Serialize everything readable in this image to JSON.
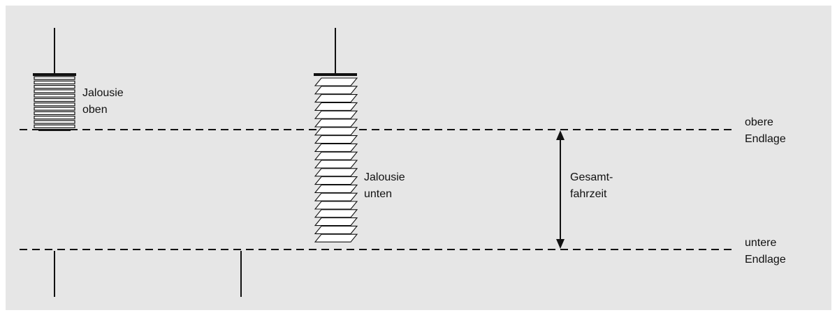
{
  "labels": {
    "blind_top": [
      "Jalousie",
      "oben"
    ],
    "blind_bottom": [
      "Jalousie",
      "unten"
    ],
    "total_travel_time": [
      "Gesamt-",
      "fahrzeit"
    ],
    "upper_end_position": [
      "obere",
      "Endlage"
    ],
    "lower_end_position": [
      "untere",
      "Endlage"
    ]
  },
  "colors": {
    "background_panel": "#e6e6e6",
    "line": "#111111",
    "slat_fill": "#ffffff"
  }
}
